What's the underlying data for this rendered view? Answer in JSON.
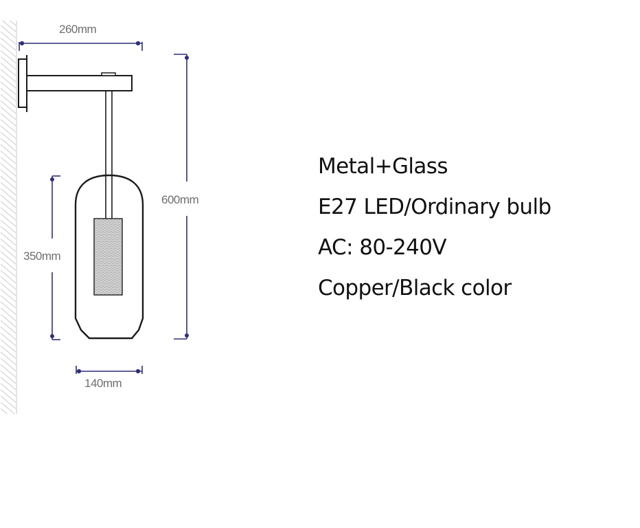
{
  "diagram": {
    "type": "wall-lamp-dimension-drawing",
    "colors": {
      "dimension_line": "#2e2f7a",
      "outline": "#1a1a1a",
      "label": "#6e6e6e",
      "hatch": "#bdbdbd",
      "text": "#111111"
    },
    "dimensions": {
      "arm_length": "260mm",
      "total_height": "600mm",
      "glass_height": "350mm",
      "glass_width": "140mm"
    }
  },
  "specs": {
    "items": [
      {
        "label": "Metal+Glass"
      },
      {
        "label": "E27 LED/Ordinary bulb"
      },
      {
        "label": "AC: 80-240V"
      },
      {
        "label": "Copper/Black color"
      }
    ]
  }
}
